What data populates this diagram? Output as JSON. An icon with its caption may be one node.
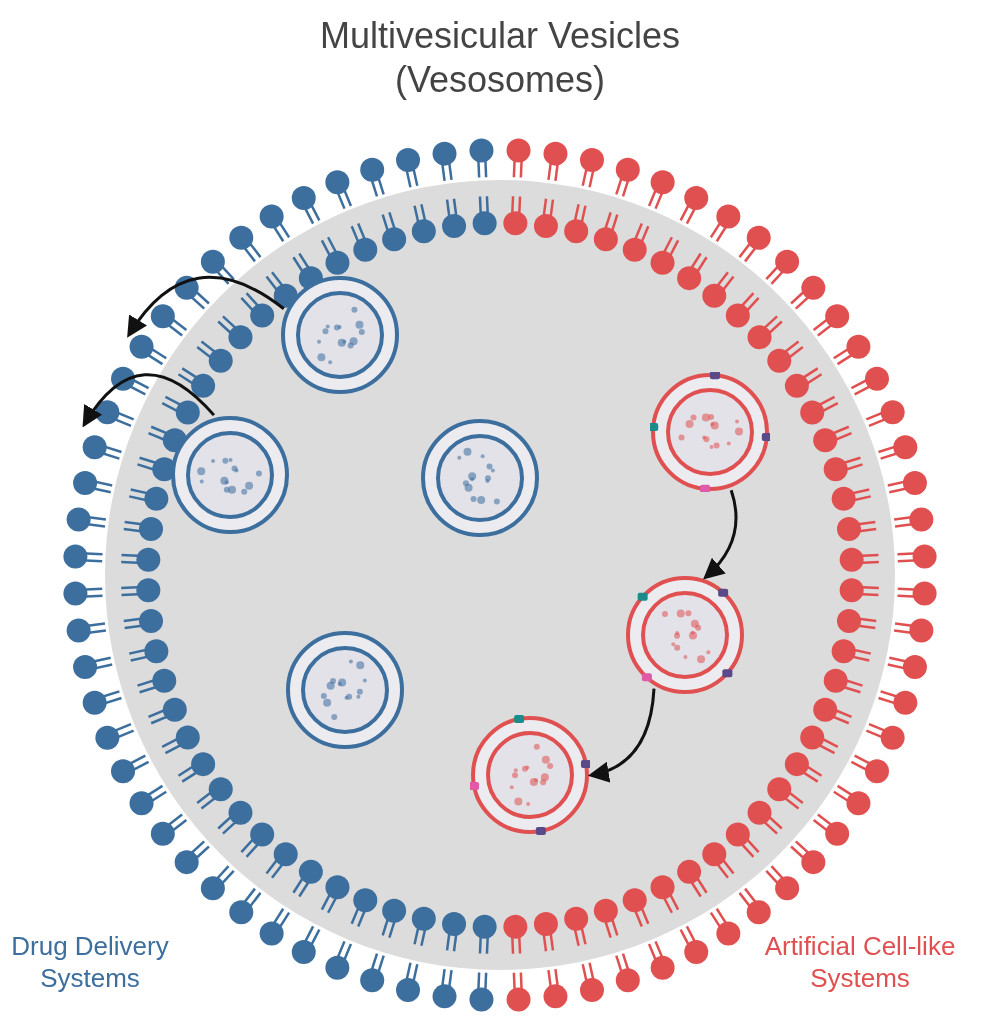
{
  "diagram": {
    "title": "Multivesicular Vesicles (Vesosomes)",
    "nodes": [
      {
        "text": [],
        "shape": "circle"
      },
      {
        "text": [],
        "shape": "circle",
        "in": 0
      },
      {
        "text": [],
        "shape": "circle",
        "in": 0
      },
      {
        "text": [],
        "shape": "circle",
        "in": 0
      },
      {
        "text": [],
        "shape": "circle",
        "in": 0
      },
      {
        "text": [],
        "shape": "circle",
        "in": 0
      },
      {
        "text": [],
        "shape": "circle",
        "in": 0
      },
      {
        "text": [],
        "shape": "circle",
        "in": 0
      }
    ],
    "edges": [
      {
        "from": 1,
        "to": 0,
        "arrow": "to"
      },
      {
        "from": 2,
        "to": 0,
        "arrow": "to"
      },
      {
        "from": 5,
        "to": 6,
        "arrow": "to"
      },
      {
        "from": 6,
        "to": 7,
        "arrow": "to"
      }
    ],
    "labels": [
      "Drug Delivery Systems",
      "Artificial Cell-like Systems"
    ]
  }
}
